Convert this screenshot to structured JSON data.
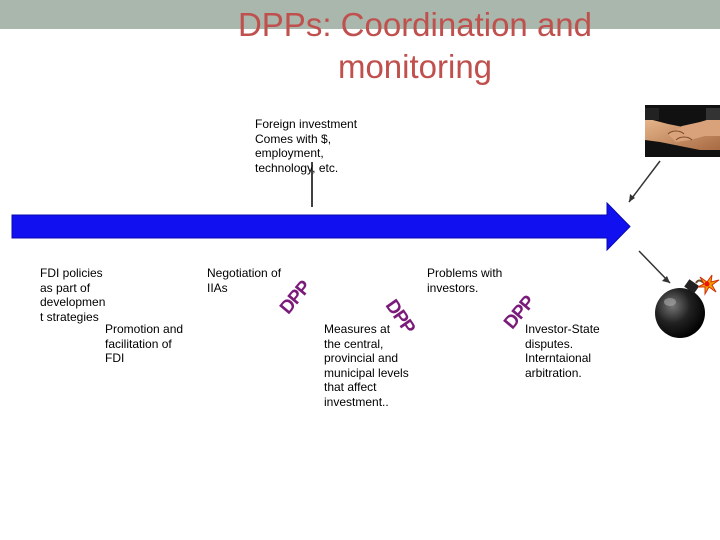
{
  "slide": {
    "title_line1": "DPPs: Coordination and",
    "title_line2": "monitoring"
  },
  "labels": {
    "foreign_investment": [
      "Foreign investment",
      "Comes with $,",
      "employment,",
      "technology, etc."
    ],
    "fdi_policies": [
      "FDI policies",
      "as part of",
      "developmen",
      "t strategies"
    ],
    "promotion": [
      "Promotion and",
      "facilitation of",
      "FDI"
    ],
    "negotiation": [
      "Negotiation of",
      "IIAs"
    ],
    "problems": [
      "Problems with",
      "investors."
    ],
    "measures": [
      "Measures at",
      "the central,",
      "provincial and",
      "municipal levels",
      "that affect",
      "investment.."
    ],
    "disputes": [
      "Investor-State",
      "disputes.",
      "Interntaional",
      "arbitration."
    ]
  },
  "dpp_marks": [
    "DPP",
    "DPP",
    "DPP"
  ],
  "icons": {
    "handshake": "handshake-icon",
    "bomb": "bomb-icon"
  },
  "colors": {
    "title": "#c0504d",
    "arrow": "#1010f0",
    "dpp": "#7a1b7a",
    "band": "#a9b7ac"
  }
}
